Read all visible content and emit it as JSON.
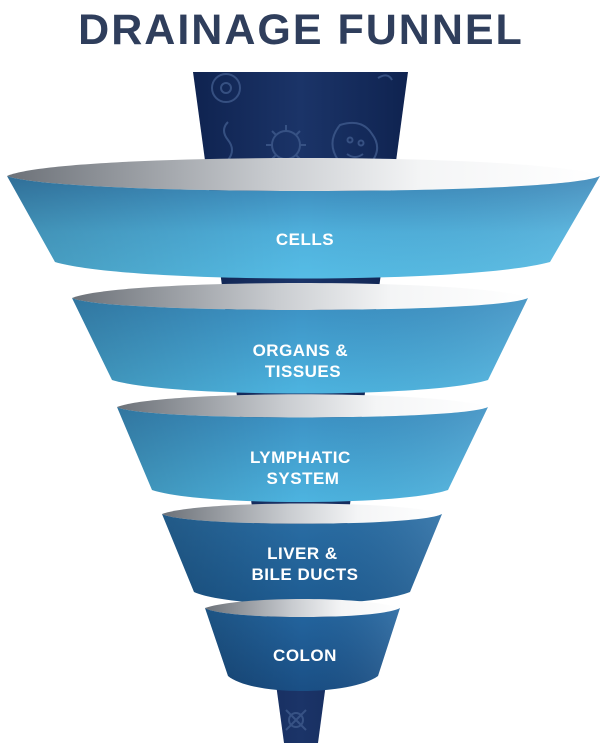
{
  "title": "DRAINAGE FUNNEL",
  "colors": {
    "title": "#2f3e5c",
    "stem": "#142a59",
    "band_light": "#4fb6e0",
    "band_dark": "#1c5a8e",
    "rim_shadow": "#8a8f96",
    "label": "#ffffff"
  },
  "stages": [
    {
      "lines": [
        "CELLS"
      ]
    },
    {
      "lines": [
        "ORGANS &",
        "TISSUES"
      ]
    },
    {
      "lines": [
        "LYMPHATIC",
        "SYSTEM"
      ]
    },
    {
      "lines": [
        "LIVER &",
        "BILE DUCTS"
      ]
    },
    {
      "lines": [
        "COLON"
      ]
    }
  ]
}
